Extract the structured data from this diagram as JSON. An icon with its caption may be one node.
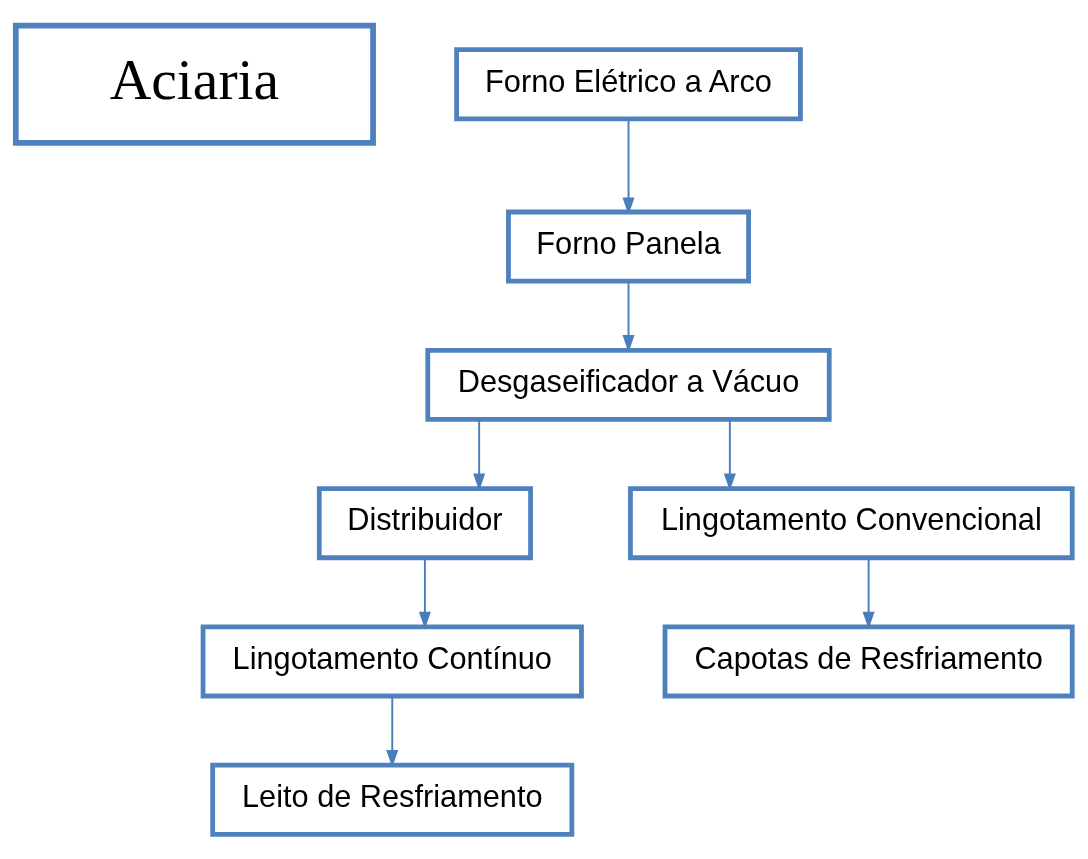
{
  "diagram": {
    "nodes": [
      {
        "text": [
          "Aciaria"
        ]
      },
      {
        "text": [
          "Forno Elétrico a Arco"
        ]
      },
      {
        "text": [
          "Forno Panela"
        ]
      },
      {
        "text": [
          "Desgaseificador a Vácuo"
        ]
      },
      {
        "text": [
          "Distribuidor"
        ]
      },
      {
        "text": [
          "Lingotamento Convencional"
        ]
      },
      {
        "text": [
          "Lingotamento Contínuo"
        ]
      },
      {
        "text": [
          "Capotas de Resfriamento"
        ]
      },
      {
        "text": [
          "Leito de Resfriamento"
        ]
      }
    ],
    "edges": [
      {
        "from": 1,
        "to": 2,
        "arrow": "to"
      },
      {
        "from": 2,
        "to": 3,
        "arrow": "to"
      },
      {
        "from": 3,
        "to": 4,
        "arrow": "to"
      },
      {
        "from": 3,
        "to": 5,
        "arrow": "to"
      },
      {
        "from": 4,
        "to": 6,
        "arrow": "to"
      },
      {
        "from": 5,
        "to": 7,
        "arrow": "to"
      },
      {
        "from": 6,
        "to": 8,
        "arrow": "to"
      }
    ]
  }
}
